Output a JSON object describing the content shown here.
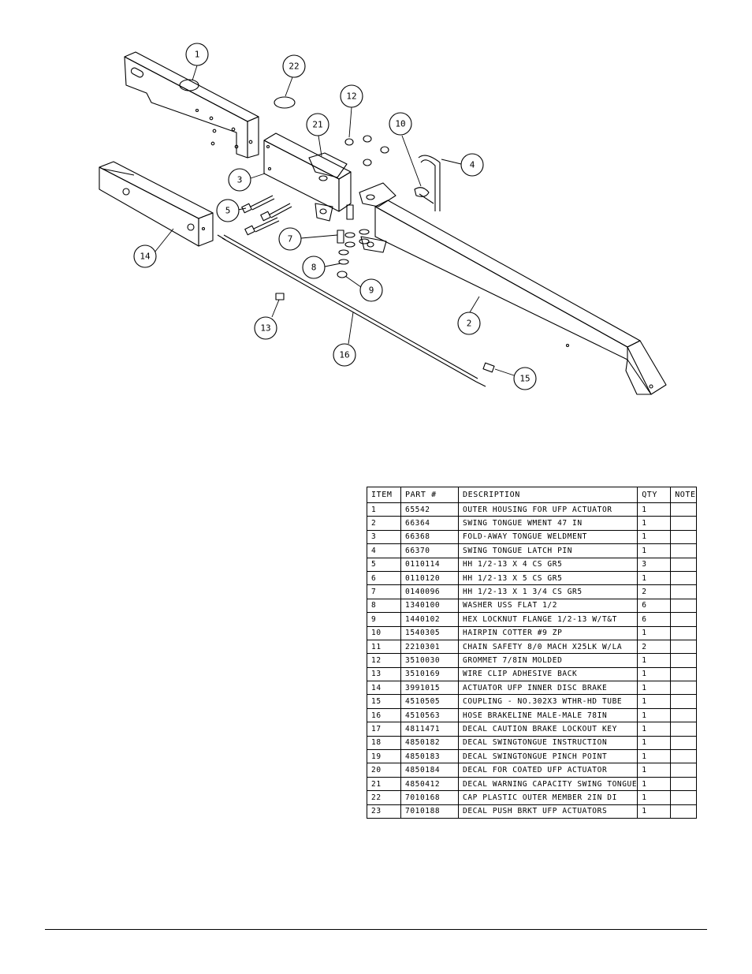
{
  "diagram": {
    "callouts": [
      "1",
      "2",
      "3",
      "4",
      "5",
      "7",
      "8",
      "9",
      "10",
      "12",
      "13",
      "14",
      "15",
      "16",
      "21",
      "22"
    ]
  },
  "parts_table": {
    "headers": [
      "ITEM",
      "PART #",
      "DESCRIPTION",
      "QTY",
      "NOTE"
    ],
    "rows": [
      [
        "1",
        "65542",
        "OUTER HOUSING FOR UFP ACTUATOR",
        "1",
        ""
      ],
      [
        "2",
        "66364",
        "SWING TONGUE WMENT 47 IN",
        "1",
        ""
      ],
      [
        "3",
        "66368",
        "FOLD-AWAY TONGUE WELDMENT",
        "1",
        ""
      ],
      [
        "4",
        "66370",
        "SWING TONGUE LATCH PIN",
        "1",
        ""
      ],
      [
        "5",
        "0110114",
        "HH 1/2-13 X 4 CS GR5",
        "3",
        ""
      ],
      [
        "6",
        "0110120",
        "HH 1/2-13 X 5 CS GR5",
        "1",
        ""
      ],
      [
        "7",
        "0140096",
        "HH 1/2-13 X 1 3/4 CS GR5",
        "2",
        ""
      ],
      [
        "8",
        "1340100",
        "WASHER USS FLAT 1/2",
        "6",
        ""
      ],
      [
        "9",
        "1440102",
        "HEX LOCKNUT FLANGE 1/2-13 W/T&T",
        "6",
        ""
      ],
      [
        "10",
        "1540305",
        "HAIRPIN COTTER #9 ZP",
        "1",
        ""
      ],
      [
        "11",
        "2210301",
        "CHAIN SAFETY 8/0 MACH X25LK W/LA",
        "2",
        ""
      ],
      [
        "12",
        "3510030",
        "GROMMET  7/8IN MOLDED",
        "1",
        ""
      ],
      [
        "13",
        "3510169",
        "WIRE CLIP  ADHESIVE BACK",
        "1",
        ""
      ],
      [
        "14",
        "3991015",
        "ACTUATOR UFP INNER  DISC BRAKE",
        "1",
        ""
      ],
      [
        "15",
        "4510505",
        "COUPLING - NO.302X3 WTHR-HD TUBE",
        "1",
        ""
      ],
      [
        "16",
        "4510563",
        "HOSE BRAKELINE MALE-MALE 78IN",
        "1",
        ""
      ],
      [
        "17",
        "4811471",
        "DECAL CAUTION BRAKE LOCKOUT KEY",
        "1",
        ""
      ],
      [
        "18",
        "4850182",
        "DECAL SWINGTONGUE INSTRUCTION",
        "1",
        ""
      ],
      [
        "19",
        "4850183",
        "DECAL SWINGTONGUE PINCH POINT",
        "1",
        ""
      ],
      [
        "20",
        "4850184",
        "DECAL FOR COATED UFP ACTUATOR",
        "1",
        ""
      ],
      [
        "21",
        "4850412",
        "DECAL WARNING CAPACITY SWING TONGUE",
        "1",
        ""
      ],
      [
        "22",
        "7010168",
        "CAP  PLASTIC OUTER MEMBER 2IN DI",
        "1",
        ""
      ],
      [
        "23",
        "7010188",
        "DECAL PUSH BRKT UFP ACTUATORS",
        "1",
        ""
      ]
    ]
  }
}
